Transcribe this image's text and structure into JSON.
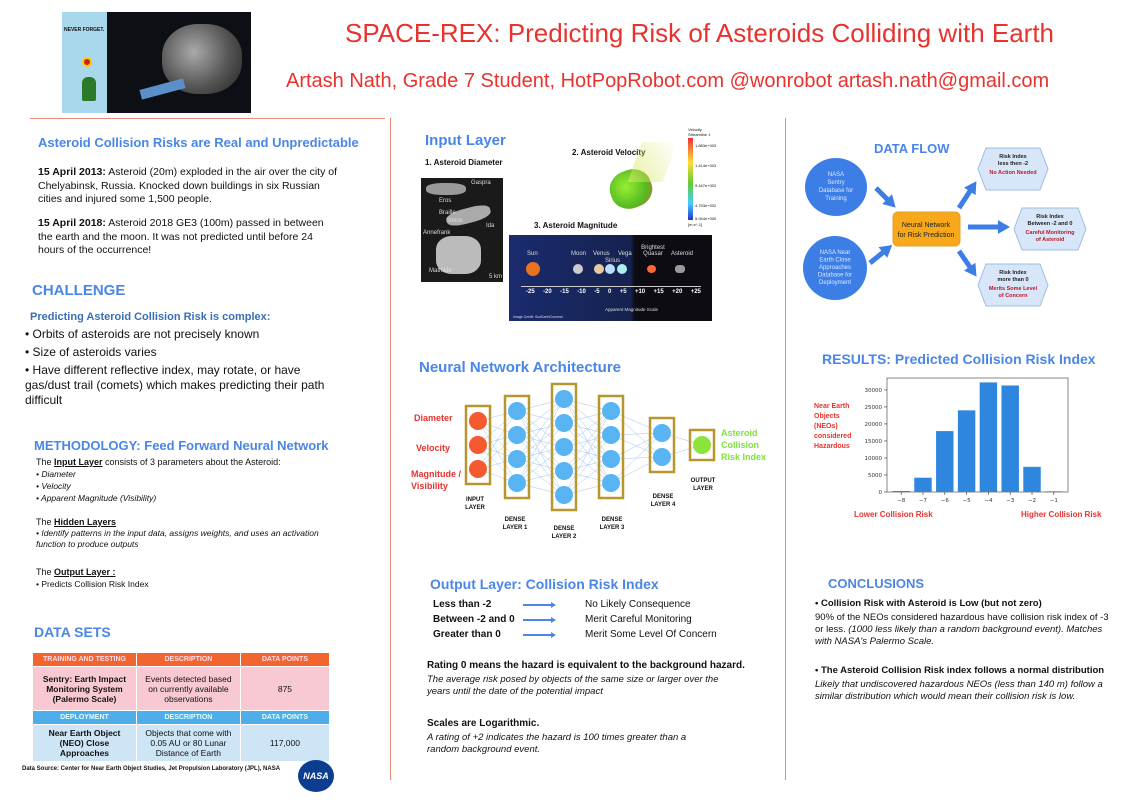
{
  "header": {
    "title": "SPACE-REX: Predicting Risk of Asteroids Colliding with Earth",
    "subtitle": "Artash Nath, Grade 7 Student, HotPopRobot.com @wonrobot  artash.nath@gmail.com",
    "image_caption": "NEVER FORGET."
  },
  "risks": {
    "heading": "Asteroid Collision Risks are Real and Unpredictable",
    "items": [
      {
        "date": "15 April 2013:",
        "text": " Asteroid (20m) exploded in the air over the city of Chelyabinsk, Russia. Knocked down buildings in six Russian cities and injured some 1,500 people."
      },
      {
        "date": "15 April 2018:",
        "text": " Asteroid 2018 GE3 (100m) passed in between the earth and the moon. It was not predicted until before 24 hours of the occurrence!"
      }
    ]
  },
  "challenge": {
    "heading": "CHALLENGE",
    "subheading": "Predicting Asteroid Collision Risk is complex:",
    "bullets": [
      "Orbits of asteroids are not precisely known",
      "Size of asteroids varies",
      "Have different reflective index, may rotate, or have gas/dust trail (comets) which makes predicting their path difficult"
    ]
  },
  "methodology": {
    "heading": "METHODOLOGY: Feed Forward Neural Network",
    "the": "The ",
    "input_label": "Input Layer",
    "input_text": " consists of 3 parameters about the Asteroid:",
    "input_bullets": [
      "Diameter",
      "Velocity",
      "Apparent Magnitude (Visibility)"
    ],
    "hidden_label": "Hidden Layers",
    "hidden_bullets": [
      "Identify patterns in the input data, assigns weights, and uses an activation function to produce outputs"
    ],
    "output_label": "Output Layer :",
    "output_bullets": [
      "Predicts Collision Risk Index"
    ]
  },
  "datasets": {
    "heading": "DATA SETS",
    "training_header": [
      "TRAINING AND TESTING",
      "DESCRIPTION",
      "DATA POINTS"
    ],
    "training_row": [
      "Sentry: Earth Impact Monitoring System (Palermo Scale)",
      "Events detected based on currently available observations",
      "875"
    ],
    "deploy_header": [
      "DEPLOYMENT",
      "DESCRIPTION",
      "DATA POINTS"
    ],
    "deploy_row": [
      "Near Earth Object (NEO) Close Approaches",
      "Objects that come with 0.05 AU or 80 Lunar Distance of Earth",
      "117,000"
    ],
    "source": "Data Source: Center for Near Earth Object Studies, Jet Propulsion Laboratory (JPL), NASA",
    "logo_text": "NASA"
  },
  "input_layer": {
    "heading": "Input Layer",
    "diameter_title": "1. Asteroid Diameter",
    "diameter_labels": [
      "Gaspra",
      "Eros",
      "Braille",
      "Steins",
      "Ida",
      "Annefrank",
      "Mathilde",
      "5 km"
    ],
    "velocity_title": "2. Asteroid Velocity",
    "colorbar_title": "Velocity Streamline 1",
    "colorbar_ticks": [
      "1.883e+003",
      "1.414e+003",
      "9.447e+002",
      "4.753e+002",
      "5.944e+000"
    ],
    "colorbar_unit": "[m s^-1]",
    "magnitude_title": "3. Asteroid Magnitude",
    "magnitude_objects": [
      "Sun",
      "Moon",
      "Venus",
      "Sirius",
      "Vega",
      "Brightest Quasar",
      "Asteroid"
    ],
    "magnitude_ticks": [
      "-25",
      "-20",
      "-15",
      "-10",
      "-5",
      "0",
      "+5",
      "+10",
      "+15",
      "+20",
      "+25"
    ],
    "magnitude_axis": "Apparent Magnitude Scale",
    "magnitude_credit": "Image Credit: SunEarthConnect"
  },
  "nn": {
    "heading": "Neural Network Architecture",
    "inputs": [
      "Diameter",
      "Velocity",
      "Magnitude / Visibility"
    ],
    "output": "Asteroid Collision Risk Index",
    "layer_labels": [
      "INPUT LAYER",
      "DENSE LAYER 1",
      "DENSE LAYER 2",
      "DENSE LAYER 3",
      "DENSE LAYER 4",
      "OUTPUT LAYER"
    ],
    "layer_sizes": [
      3,
      4,
      5,
      4,
      2,
      1
    ],
    "colors": {
      "input": "#f4592f",
      "hidden": "#58b4f2",
      "output": "#8be33c",
      "frame": "#b8962e"
    }
  },
  "output_layer": {
    "heading": "Output Layer: Collision Risk Index",
    "rows": [
      {
        "range": "Less than  -2",
        "meaning": "No Likely Consequence"
      },
      {
        "range": "Between -2 and 0",
        "meaning": "Merit Careful Monitoring"
      },
      {
        "range": "Greater than 0",
        "meaning": "Merit Some Level Of Concern"
      }
    ],
    "rating_bold": "Rating 0 means the hazard is equivalent to the background hazard.",
    "rating_italic": "The average risk posed by objects of the same size or larger over the years until the date of the potential impact",
    "log_bold": "Scales are Logarithmic.",
    "log_italic": "A rating of +2 indicates the hazard is 100 times greater than a random background event."
  },
  "data_flow": {
    "heading": "DATA FLOW",
    "source1": [
      "NASA",
      "Sentry",
      "Database for",
      "Training"
    ],
    "source2": [
      "NASA Near",
      "Earth Close",
      "Approaches",
      "Database for",
      "Deployment"
    ],
    "center": [
      "Neural Network",
      "for Risk Prediction"
    ],
    "outcomes": [
      {
        "title": [
          "Risk Index",
          "less then -2"
        ],
        "action": [
          "No Action Needed"
        ]
      },
      {
        "title": [
          "Risk Index",
          "Between -2 and 0"
        ],
        "action": [
          "Careful Monitoring",
          "of Asteroid"
        ]
      },
      {
        "title": [
          "Risk Index",
          "more than 0"
        ],
        "action": [
          "Merits Some Level",
          "of Concern"
        ]
      }
    ]
  },
  "chart_data": {
    "type": "bar",
    "title": "RESULTS: Predicted Collision Risk Index",
    "ylabel": "Near Earth Objects (NEOs) considered Hazardous",
    "categories": [
      "−8",
      "−7",
      "−6",
      "−5",
      "−4",
      "−3",
      "−2",
      "−1"
    ],
    "values": [
      300,
      4200,
      17900,
      24000,
      32200,
      31300,
      7400,
      200
    ],
    "yticks": [
      0,
      5000,
      10000,
      15000,
      20000,
      25000,
      30000
    ],
    "ylim": [
      0,
      33500
    ],
    "xlabel_left": "Lower Collision Risk",
    "xlabel_right": "Higher Collision Risk",
    "bar_color": "#2e86de"
  },
  "conclusions": {
    "heading": "CONCLUSIONS",
    "c1_title": "Collision Risk with Asteroid is Low (but not zero)",
    "c1_text": "90% of the NEOs considered hazardous have collision risk index of -3 or less. ",
    "c1_italic": "(1000 less likely than a random background event). Matches with NASA's Palermo Scale.",
    "c2_title": "The Asteroid Collision Risk index follows a normal distribution",
    "c2_italic": "Likely that undiscovered hazardous NEOs (less than 140 m) follow a  similar distribution which would mean their collision risk is low."
  }
}
